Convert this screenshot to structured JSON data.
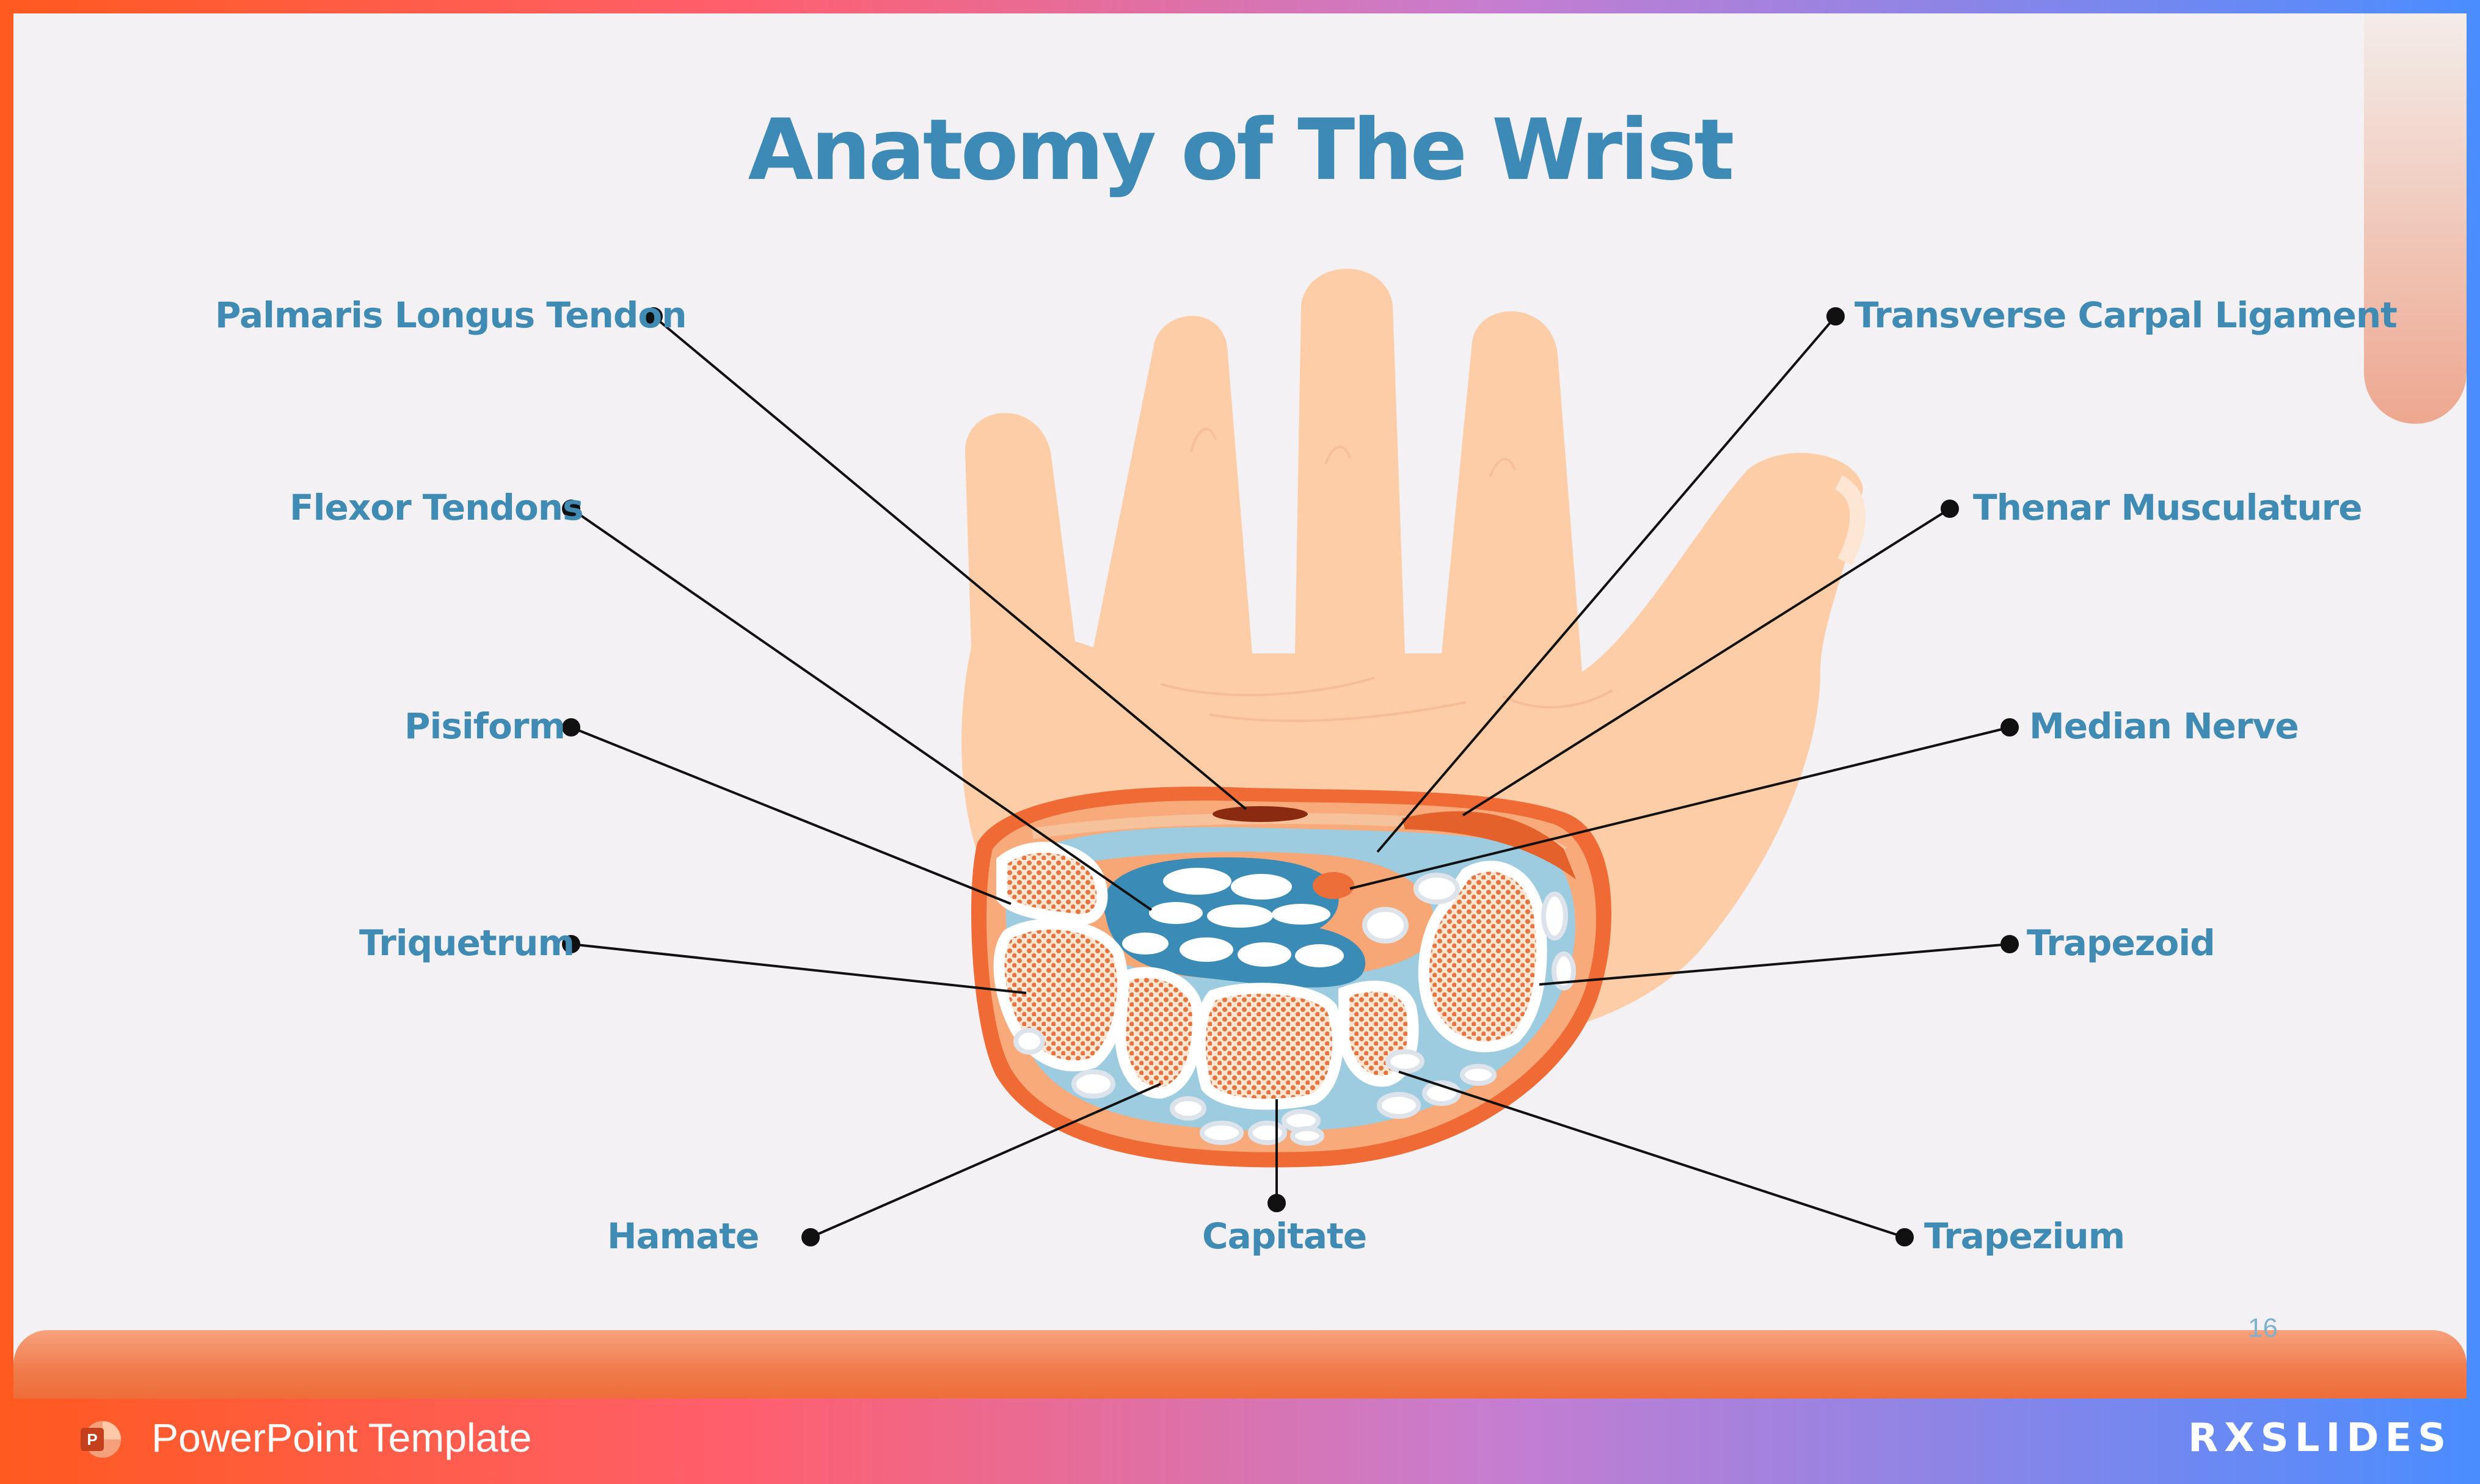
{
  "slide": {
    "title": "Anatomy of The Wrist",
    "page_number": "16"
  },
  "labels": {
    "palmaris": "Palmaris Longus Tendon",
    "flexor": "Flexor Tendons",
    "pisiform": "Pisiform",
    "triquetrum": "Triquetrum",
    "hamate": "Hamate",
    "capitate": "Capitate",
    "trapezium": "Trapezium",
    "trapezoid": "Trapezoid",
    "median": "Median Nerve",
    "thenar": "Thenar Musculature",
    "transverse": "Transverse Carpal Ligament"
  },
  "footer": {
    "template_label": "PowerPoint Template",
    "brand": "RXSLIDES",
    "ppt_icon": "powerpoint-icon"
  },
  "colors": {
    "title": "#3e8ab7",
    "label": "#3f8bb4",
    "skin": "#fdcda8",
    "tissue_orange": "#f3894d",
    "tissue_blue": "#8fc4dd",
    "accent_orange": "#ee6e3a"
  }
}
